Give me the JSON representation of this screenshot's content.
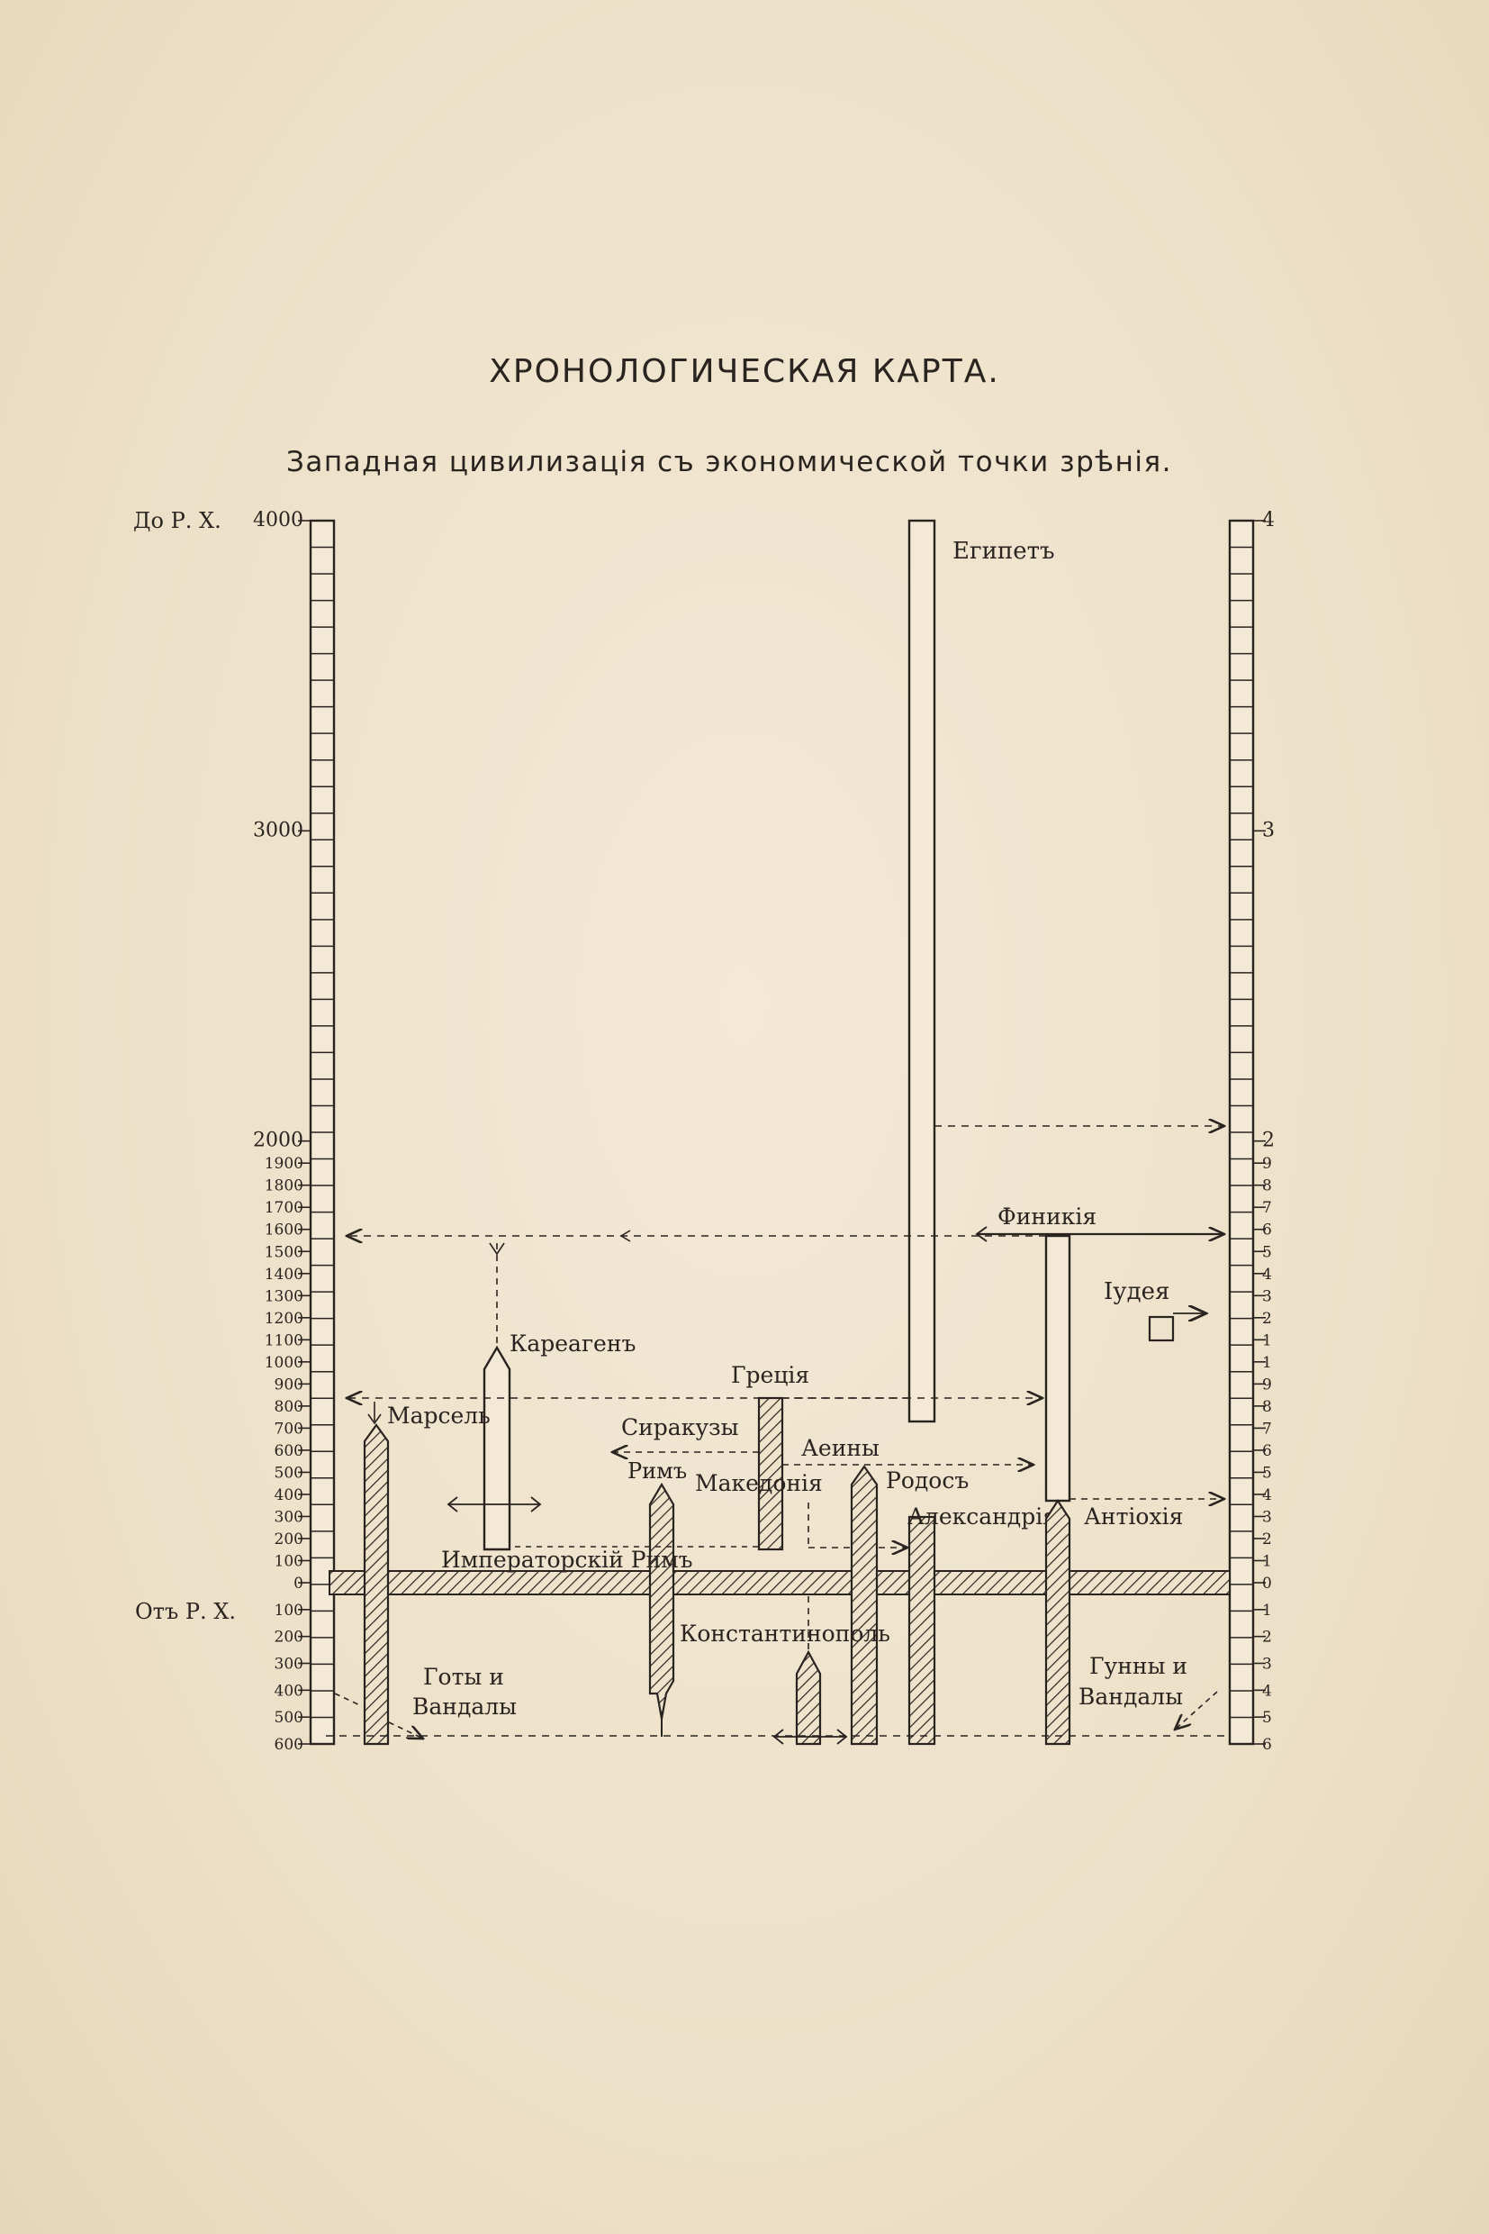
{
  "title": "ХРОНОЛОГИЧЕСКАЯ КАРТА.",
  "subtitle": "Западная цивилизація съ экономической точки зрѣнія.",
  "era": {
    "bc_label": "До Р. Х.",
    "ad_label": "Отъ Р. Х."
  },
  "left_scale": {
    "bc_ticks": [
      "4000",
      "3000",
      "2000",
      "1900",
      "1800",
      "1700",
      "1600",
      "1500",
      "1400",
      "1300",
      "1200",
      "1100",
      "1000",
      "900",
      "800",
      "700",
      "600",
      "500",
      "400",
      "300",
      "200",
      "100",
      "0"
    ],
    "ad_ticks": [
      "100",
      "200",
      "300",
      "400",
      "500",
      "600"
    ]
  },
  "right_scale": {
    "bc_ticks": [
      "4",
      "3",
      "2",
      "9",
      "8",
      "7",
      "6",
      "5",
      "4",
      "3",
      "2",
      "1",
      "1",
      "9",
      "8",
      "7",
      "6",
      "5",
      "4",
      "3",
      "2",
      "1",
      "0"
    ],
    "ad_ticks": [
      "1",
      "2",
      "3",
      "4",
      "5",
      "6"
    ]
  },
  "labels": {
    "egypt": "Египетъ",
    "phoenicia": "Финикія",
    "judea": "Іудея",
    "carthage": "Кареагенъ",
    "greece": "Греція",
    "marseille": "Марсель",
    "syracuse": "Сиракузы",
    "athens": "Аеины",
    "rome": "Римъ",
    "macedonia": "Македонія",
    "rhodes": "Родосъ",
    "alexandria": "Александрія",
    "antioch": "Антіохія",
    "imperial_rome": "Императорскій  Римъ",
    "constantinople": "Константинополь",
    "goths_line1": "Готы и",
    "goths_line2": "Вандалы",
    "huns_line1": "Гунны и",
    "huns_line2": "Вандалы"
  }
}
